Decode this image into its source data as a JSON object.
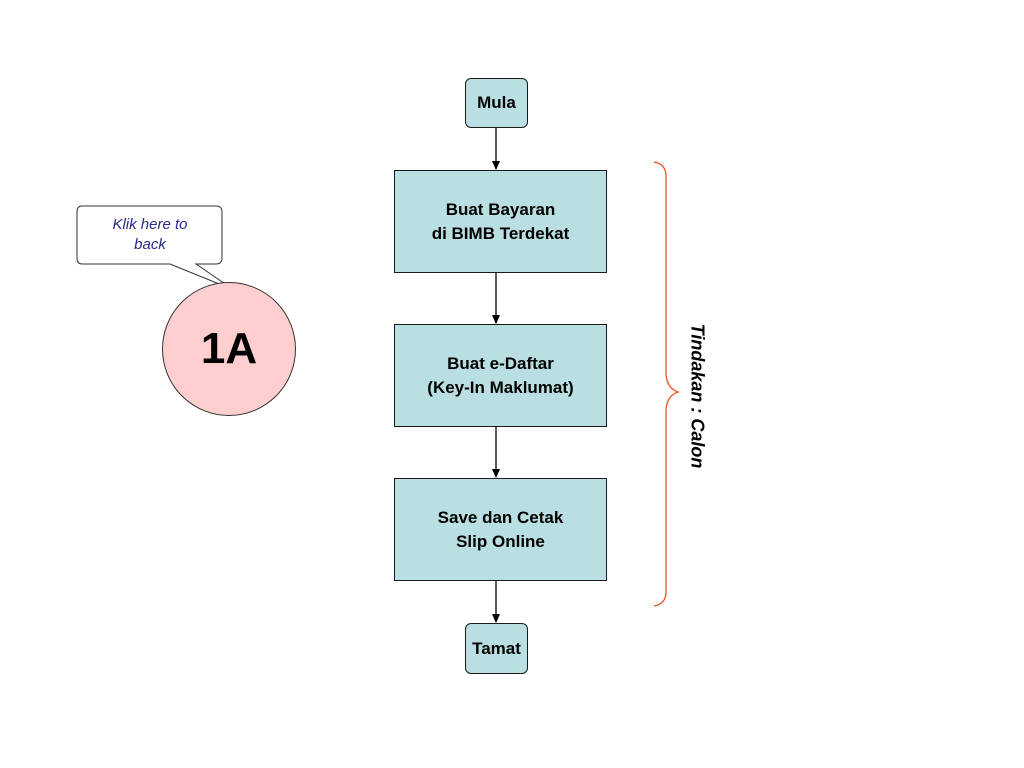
{
  "flowchart": {
    "start": "Mula",
    "steps": [
      "Buat Bayaran\ndi BIMB Terdekat",
      "Buat e-Daftar\n(Key-In Maklumat)",
      "Save dan Cetak\nSlip Online"
    ],
    "end": "Tamat"
  },
  "callout": {
    "text": "Klik here to\nback",
    "circle_label": "1A"
  },
  "actor": {
    "label": "Tindakan : Calon"
  },
  "colors": {
    "node_fill": "#b9dfe2",
    "circle_fill": "#ffcfcf",
    "brace": "#e8541c",
    "callout_text": "#2a2a8c"
  }
}
